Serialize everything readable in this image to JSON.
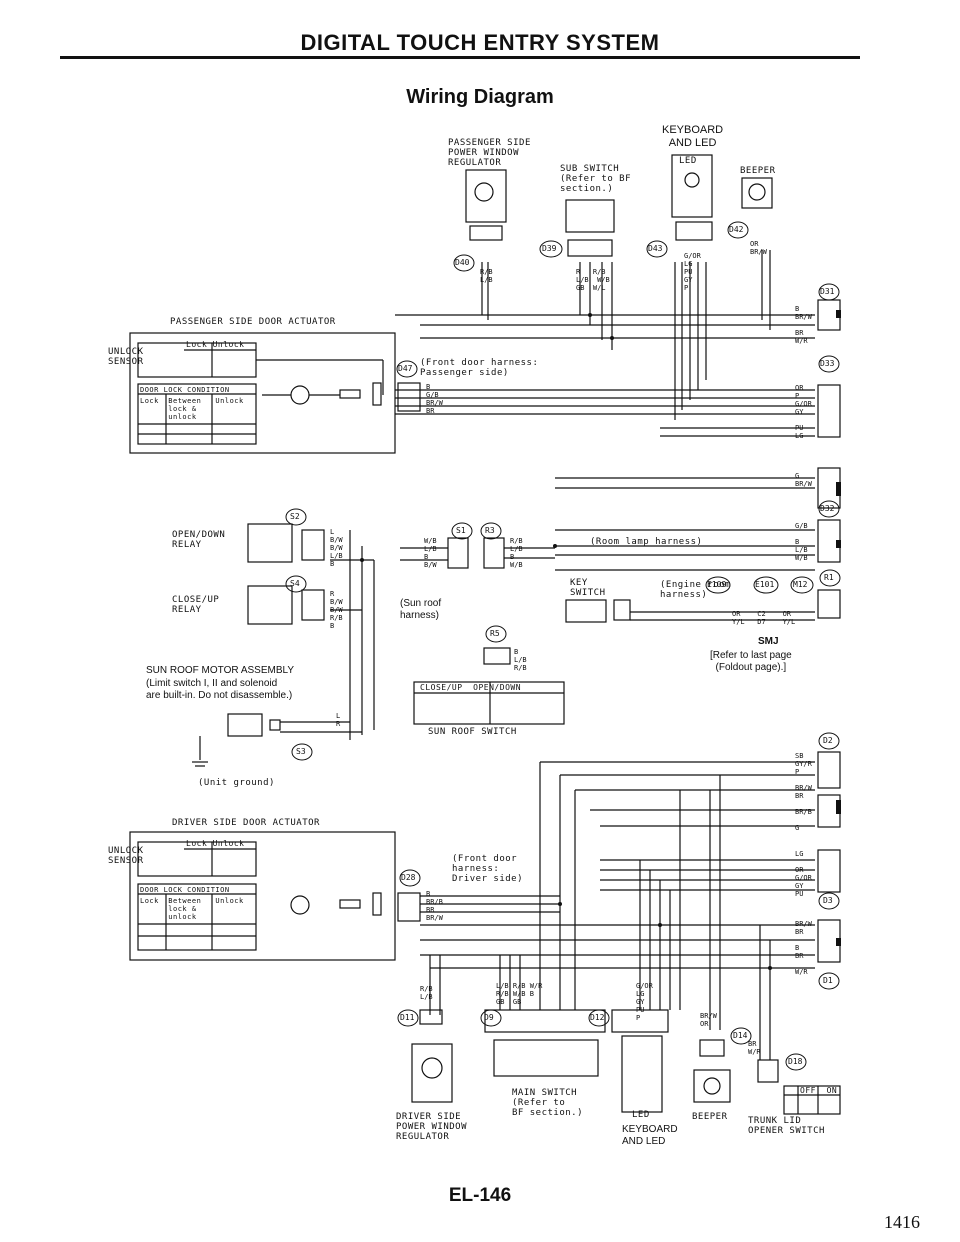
{
  "header": {
    "title": "DIGITAL TOUCH ENTRY SYSTEM",
    "subtitle": "Wiring Diagram"
  },
  "components": {
    "pass_window_reg": "PASSENGER SIDE\nPOWER WINDOW\nREGULATOR",
    "keyboard_led_top": "KEYBOARD\nAND LED",
    "led_label": "LED",
    "sub_switch": "SUB SWITCH\n(Refer to BF\nsection.)",
    "beeper_top": "BEEPER",
    "pass_door_actuator": "PASSENGER SIDE DOOR ACTUATOR",
    "unlock_sensor": "UNLOCK\nSENSOR",
    "lock_unlock_hdr": "Lock Unlock",
    "door_lock_condition": "DOOR LOCK CONDITION",
    "dlc_cols": "Lock  Between   Unlock\n      lock &\n      unlock",
    "front_door_pass": "(Front door harness:\nPassenger side)",
    "open_down_relay": "OPEN/DOWN\nRELAY",
    "close_up_relay": "CLOSE/UP\nRELAY",
    "room_lamp": "(Room lamp harness)",
    "key_switch": "KEY\nSWITCH",
    "engine_room": "(Engine room\nharness)",
    "sun_roof_harness": "(Sun roof\nharness)",
    "smj": "SMJ",
    "smj_ref": "[Refer to last page\n(Foldout page).]",
    "sunroof_motor": "SUN ROOF MOTOR ASSEMBLY",
    "sunroof_motor_note": "(Limit switch I, II and solenoid\nare built-in. Do not disassemble.)",
    "sunroof_switch": "SUN ROOF SWITCH",
    "sunroof_switch_hdr": "CLOSE/UP  OPEN/DOWN",
    "unit_ground": "(Unit ground)",
    "driver_door_actuator": "DRIVER SIDE DOOR ACTUATOR",
    "front_door_driver": "(Front door\nharness:\nDriver side)",
    "driver_window_reg": "DRIVER SIDE\nPOWER WINDOW\nREGULATOR",
    "main_switch": "MAIN SWITCH\n(Refer to\nBF section.)",
    "led_bottom": "LED",
    "keyboard_led_bottom": "KEYBOARD\nAND LED",
    "beeper_bottom": "BEEPER",
    "trunk_lid": "TRUNK LID\nOPENER SWITCH",
    "off_on": "OFF  ON"
  },
  "connectors": {
    "d40": "D40",
    "d39": "D39",
    "d43": "D43",
    "d42": "D42",
    "d31": "D31",
    "d33": "D33",
    "d47": "D47",
    "d32": "D32",
    "s2": "S2",
    "s4": "S4",
    "s1": "S1",
    "r3": "R3",
    "r5": "R5",
    "s3": "S3",
    "r1": "R1",
    "e109": "E109",
    "e101": "E101",
    "m12": "M12",
    "d2": "D2",
    "d3": "D3",
    "d1": "D1",
    "d28": "D28",
    "d11": "D11",
    "d9": "D9",
    "d12": "D12",
    "d14": "D14",
    "d18": "D18"
  },
  "wire_codes": {
    "right_top": "B\nBR/W\n\nBR\nW/R",
    "right_d33": "OR\nP\nG/OR\nGY\n\nPU\nLG",
    "right_mid": "G\nBR/W",
    "right_d32": "G/B\n\nB\nL/B\nW/B",
    "smj_codes": "OR    C2    OR\nY/L   D7    Y/L",
    "pass_door_codes": "B\nG/B\nBR/W\nBR",
    "od_relay": "L\nB/W\nB/W\nL/B\nB",
    "cu_relay": "R\nB/W\nB/W\nR/B\nB",
    "s1_codes": "W/B\nL/B\nB\nB/W",
    "r3_codes": "R/B\nL/B\nB\nW/B",
    "r5_codes": "B\nL/B\nR/B",
    "right_d2": "SB\nGY/R\nP\n\nBR/W\nBR\n\nBR/B\n\nG",
    "right_d3": "LG\n\nOR\nG/OR\nGY\nPU",
    "right_d1": "BR/W\nBR\n\nB\nBR\n\nW/R",
    "drv_door_codes": "B\nBR/B\nBR\nBR/W",
    "left_motor_codes": "L\nR",
    "top_d40_codes": "R/B\nL/B",
    "top_d39_codes": "R   R/B\nL/B  W/B\nGB  W/L",
    "top_d43_codes": "G/OR\nLG\nPU\nGY\nP",
    "top_d42_codes": "OR\nBR/W",
    "bot_d11_codes": "R/B\nL/B",
    "bot_d9_codes": "L/B R/B W/R\nR/B W/B B\nGB  GB",
    "bot_d12_codes": "G/OR\nLG\nGY\nPU\nP",
    "bot_d14_codes": "BR/W\nOR",
    "bot_d18_codes": "BR\nW/R"
  },
  "footer": {
    "page": "EL-146",
    "number": "1416"
  }
}
